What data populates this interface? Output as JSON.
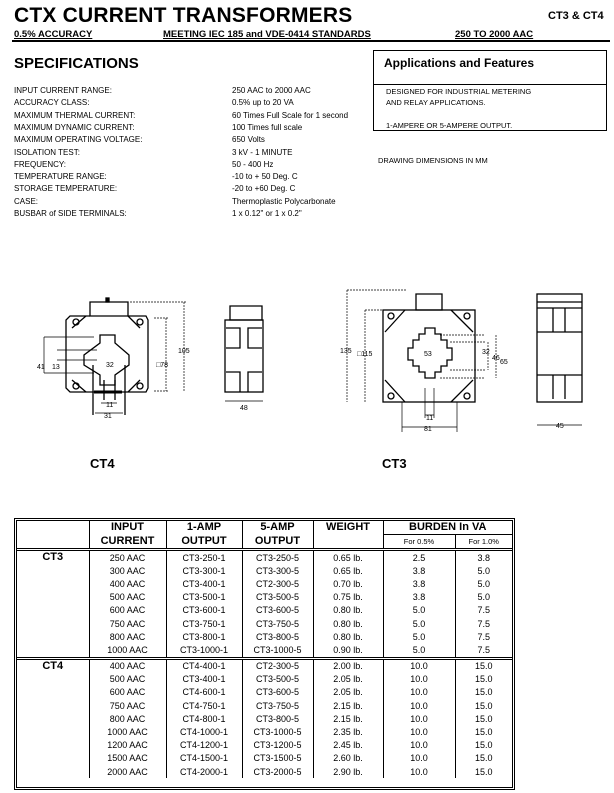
{
  "header": {
    "title": "CTX CURRENT TRANSFORMERS",
    "models": "CT3 & CT4",
    "accuracy": "0.5% ACCURACY",
    "standards": "MEETING IEC 185 and VDE-0414 STANDARDS",
    "range": "250 TO 2000 AAC"
  },
  "specifications": {
    "heading": "SPECIFICATIONS",
    "rows": [
      {
        "label": "INPUT CURRENT RANGE:",
        "value": "250 AAC to 2000 AAC"
      },
      {
        "label": "ACCURACY CLASS:",
        "value": "0.5% up to 20 VA"
      },
      {
        "label": "MAXIMUM THERMAL CURRENT:",
        "value": "60 Times Full Scale for 1 second"
      },
      {
        "label": "MAXIMUM DYNAMIC CURRENT:",
        "value": "100 Times full scale"
      },
      {
        "label": "MAXIMUM OPERATING VOLTAGE:",
        "value": "650 Volts"
      },
      {
        "label": "ISOLATION TEST:",
        "value": "3 kV - 1 MINUTE"
      },
      {
        "label": "FREQUENCY:",
        "value": "50 - 400 Hz"
      },
      {
        "label": "TEMPERATURE RANGE:",
        "value": "-10 to + 50 Deg. C"
      },
      {
        "label": "STORAGE TEMPERATURE:",
        "value": "-20 to +60 Deg. C"
      },
      {
        "label": "CASE:",
        "value": "Thermoplastic Polycarbonate"
      },
      {
        "label": "BUSBAR of SIDE TERMINALS:",
        "value": "1 x 0.12\" or 1 x 0.2\""
      }
    ]
  },
  "applications": {
    "heading": "Applications and Features",
    "line1": "DESIGNED FOR INDUSTRIAL METERING",
    "line2": "AND RELAY APPLICATIONS.",
    "line3": "1-AMPERE OR 5-AMPERE OUTPUT."
  },
  "drawing_note": "DRAWING DIMENSIONS IN MM",
  "drawings": {
    "ct4": {
      "label": "CT4",
      "d41": "41",
      "d13": "13",
      "d32": "32",
      "d78": "□78",
      "d105": "105",
      "d11": "11",
      "d31": "31",
      "d48": "48"
    },
    "ct3": {
      "label": "CT3",
      "d135": "135",
      "d115": "□115",
      "d53": "53",
      "d32": "32",
      "d46": "46",
      "d65": "65",
      "d11": "11",
      "d81": "81",
      "d45": "45"
    }
  },
  "table": {
    "headers": {
      "input1": "INPUT",
      "input2": "CURRENT",
      "amp1_1": "1-AMP",
      "amp1_2": "OUTPUT",
      "amp5_1": "5-AMP",
      "amp5_2": "OUTPUT",
      "weight": "WEIGHT",
      "burden": "BURDEN In VA",
      "b05": "For 0.5%",
      "b10": "For 1.0%"
    },
    "groups": [
      {
        "name": "CT3",
        "rows": [
          [
            "250 AAC",
            "CT3-250-1",
            "CT3-250-5",
            "0.65 lb.",
            "2.5",
            "3.8"
          ],
          [
            "300 AAC",
            "CT3-300-1",
            "CT3-300-5",
            "0.65 lb.",
            "3.8",
            "5.0"
          ],
          [
            "400 AAC",
            "CT3-400-1",
            "CT2-300-5",
            "0.70 lb.",
            "3.8",
            "5.0"
          ],
          [
            "500 AAC",
            "CT3-500-1",
            "CT3-500-5",
            "0.75 lb.",
            "3.8",
            "5.0"
          ],
          [
            "600 AAC",
            "CT3-600-1",
            "CT3-600-5",
            "0.80 lb.",
            "5.0",
            "7.5"
          ],
          [
            "750 AAC",
            "CT3-750-1",
            "CT3-750-5",
            "0.80 lb.",
            "5.0",
            "7.5"
          ],
          [
            "800 AAC",
            "CT3-800-1",
            "CT3-800-5",
            "0.80 lb.",
            "5.0",
            "7.5"
          ],
          [
            "1000 AAC",
            "CT3-1000-1",
            "CT3-1000-5",
            "0.90 lb.",
            "5.0",
            "7.5"
          ]
        ]
      },
      {
        "name": "CT4",
        "rows": [
          [
            "400 AAC",
            "CT4-400-1",
            "CT2-300-5",
            "2.00 lb.",
            "10.0",
            "15.0"
          ],
          [
            "500 AAC",
            "CT3-400-1",
            "CT3-500-5",
            "2.05 lb.",
            "10.0",
            "15.0"
          ],
          [
            "600 AAC",
            "CT4-600-1",
            "CT3-600-5",
            "2.05 lb.",
            "10.0",
            "15.0"
          ],
          [
            "750 AAC",
            "CT4-750-1",
            "CT3-750-5",
            "2.15 lb.",
            "10.0",
            "15.0"
          ],
          [
            "800 AAC",
            "CT4-800-1",
            "CT3-800-5",
            "2.15 lb.",
            "10.0",
            "15.0"
          ],
          [
            "1000 AAC",
            "CT4-1000-1",
            "CT3-1000-5",
            "2.35 lb.",
            "10.0",
            "15.0"
          ],
          [
            "1200 AAC",
            "CT4-1200-1",
            "CT3-1200-5",
            "2.45 lb.",
            "10.0",
            "15.0"
          ],
          [
            "1500 AAC",
            "CT4-1500-1",
            "CT3-1500-5",
            "2.60 lb.",
            "10.0",
            "15.0"
          ],
          [
            "2000 AAC",
            "CT4-2000-1",
            "CT3-2000-5",
            "2.90 lb.",
            "10.0",
            "15.0"
          ]
        ]
      }
    ]
  }
}
